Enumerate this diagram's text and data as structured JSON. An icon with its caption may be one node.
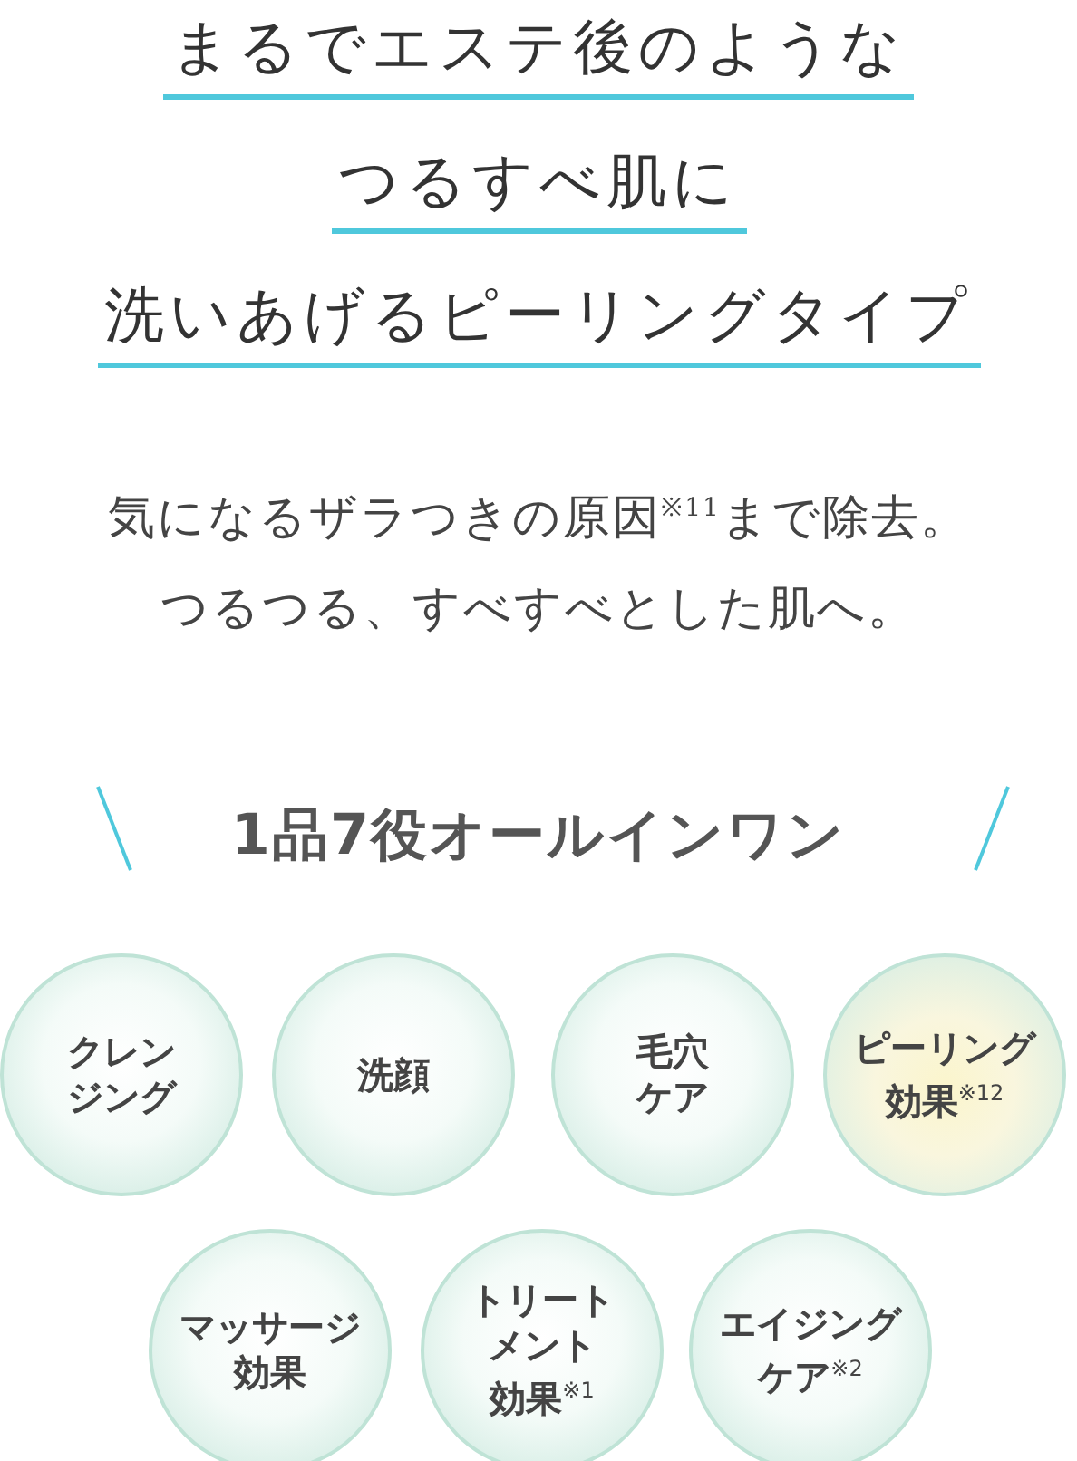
{
  "diagram": {
    "nodes": [
      {
        "text": [
          "クレン",
          "ジング"
        ]
      },
      {
        "text": [
          "洗顔"
        ]
      },
      {
        "text": [
          "毛穴",
          "ケア"
        ]
      },
      {
        "text": [
          "ピーリング",
          "効果$^{※12}$"
        ]
      },
      {
        "text": [
          "マッサージ",
          "効果"
        ]
      },
      {
        "text": [
          "トリート",
          "メント",
          "効果$^{※1}$"
        ]
      },
      {
        "text": [
          "エイジング",
          "ケア$^{※2}$"
        ]
      }
    ],
    "labels": [
      "まるでエステ後のような",
      "つるすべ肌に",
      "洗いあげるピーリングタイプ",
      "気になるザラつきの原因$^{※11}$まで除去。",
      "つるつる、すべすべとした肌へ。",
      "1品7役オールインワン"
    ]
  }
}
